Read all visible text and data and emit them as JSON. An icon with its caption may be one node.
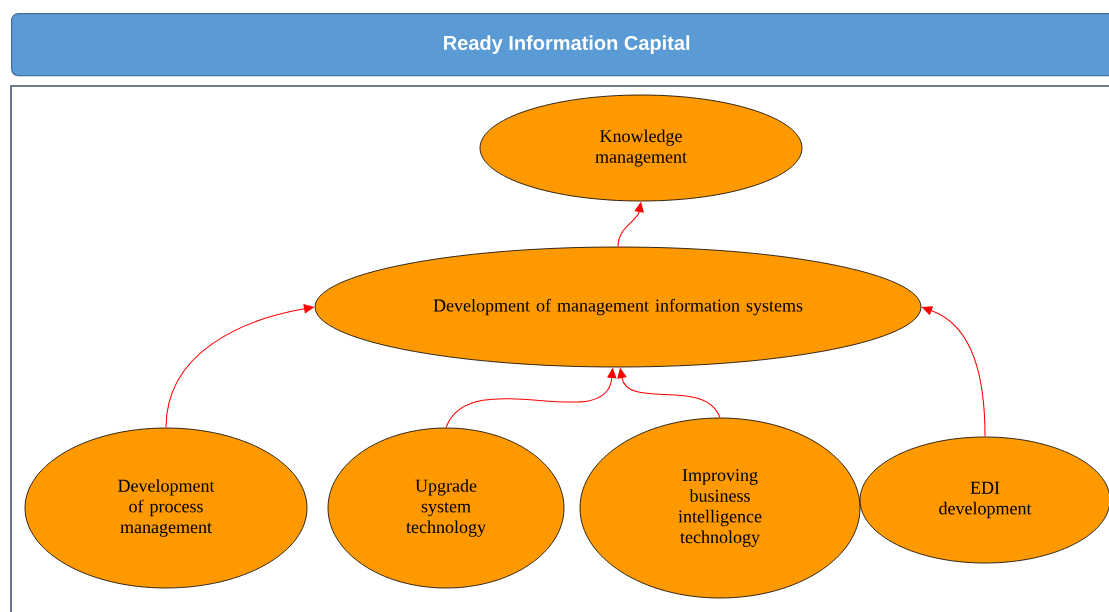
{
  "diagram": {
    "nodes": [
      {
        "text": [
          "Ready Information Capital"
        ]
      },
      {
        "text": [
          "Knowledge management"
        ]
      },
      {
        "text": [
          "Development of management information systems"
        ]
      },
      {
        "text": [
          "Development of process management"
        ]
      },
      {
        "text": [
          "Upgrade system technology"
        ]
      },
      {
        "text": [
          "Improving business intelligence technology"
        ]
      },
      {
        "text": [
          "EDI development"
        ]
      }
    ],
    "edges": [
      {
        "from": 2,
        "to": 1,
        "arrow": "to"
      },
      {
        "from": 3,
        "to": 2,
        "arrow": "to"
      },
      {
        "from": 4,
        "to": 2,
        "arrow": "to"
      },
      {
        "from": 5,
        "to": 2,
        "arrow": "to"
      },
      {
        "from": 6,
        "to": 2,
        "arrow": "to"
      }
    ]
  }
}
